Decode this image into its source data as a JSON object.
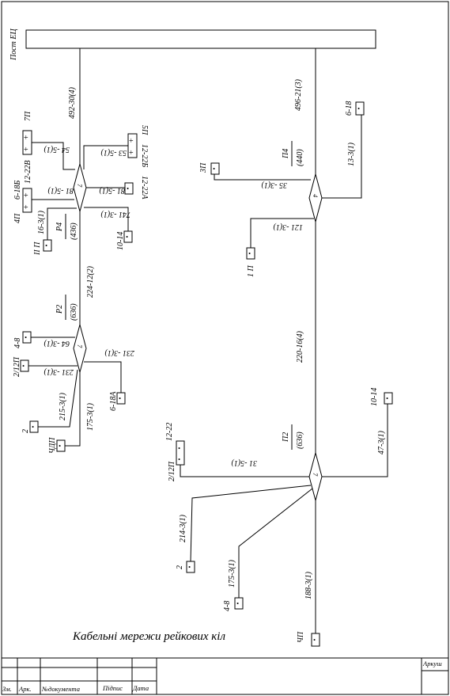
{
  "post_label": "Пост ЕЦ",
  "title": "Кабельні мережи рейкових кіл",
  "stamp": {
    "sheet_label": "Аркуш",
    "cols": [
      "Зм.",
      "Арк.",
      "№документа",
      "Підпис",
      "Дата"
    ]
  },
  "left": {
    "cable_top": "492-30(4)",
    "cable_mid": "224-12(2)",
    "box1": {
      "name": "Р4",
      "num": "(436)",
      "mark": "7"
    },
    "box2": {
      "name": "Р2",
      "num": "(636)",
      "mark": "7"
    },
    "devices": {
      "7p": "7П",
      "c12_22b_left": "12-22В",
      "c54": "54 -5(1)",
      "c5p": "5П",
      "c12_22b_right": "12-22Б",
      "c53": "53 -5(1)",
      "c6_18b": "6-18Б",
      "c4p": "4П",
      "c81_left": "81 -5(1)",
      "c12_22a": "12-22А",
      "c81_right": "81 -5(1)",
      "c16_3": "16-3(1)",
      "c2p_small": "II П",
      "c741": "741 -3(1)",
      "c10_14": "10-14",
      "c4_8": "4-8",
      "c64": "64 -3(1)",
      "c231_right": "231 -3(1)",
      "c6_18a": "6-18А",
      "c2_12p": "2/12П",
      "c231_left": "231 -3(1)",
      "c215": "215-3(1)",
      "c175": "175-3(1)",
      "c2": "2",
      "c4dp": "ЧДП"
    }
  },
  "right": {
    "cable_top": "496-21(3)",
    "cable_mid": "220-16(4)",
    "box3": {
      "name": "П4",
      "num": "(440)",
      "mark": "4"
    },
    "box4": {
      "name": "П2",
      "num": "(636)",
      "mark": "7"
    },
    "devices": {
      "c6_18": "6-18",
      "c13_3": "13-3(1)",
      "c3p": "3П",
      "c35": "35 -3(1)",
      "c121": "121 -3(1)",
      "c1p": "1 П",
      "c10_14": "10-14",
      "c47_3": "47-3(1)",
      "c12_22": "12-22",
      "c2_12p": "2/12П",
      "c31": "31 -5(1)",
      "c214": "214-3(1)",
      "c2": "2",
      "c175": "175-3(1)",
      "c4_8": "4-8",
      "c188": "188-3(1)",
      "c4p": "ЧП"
    }
  }
}
